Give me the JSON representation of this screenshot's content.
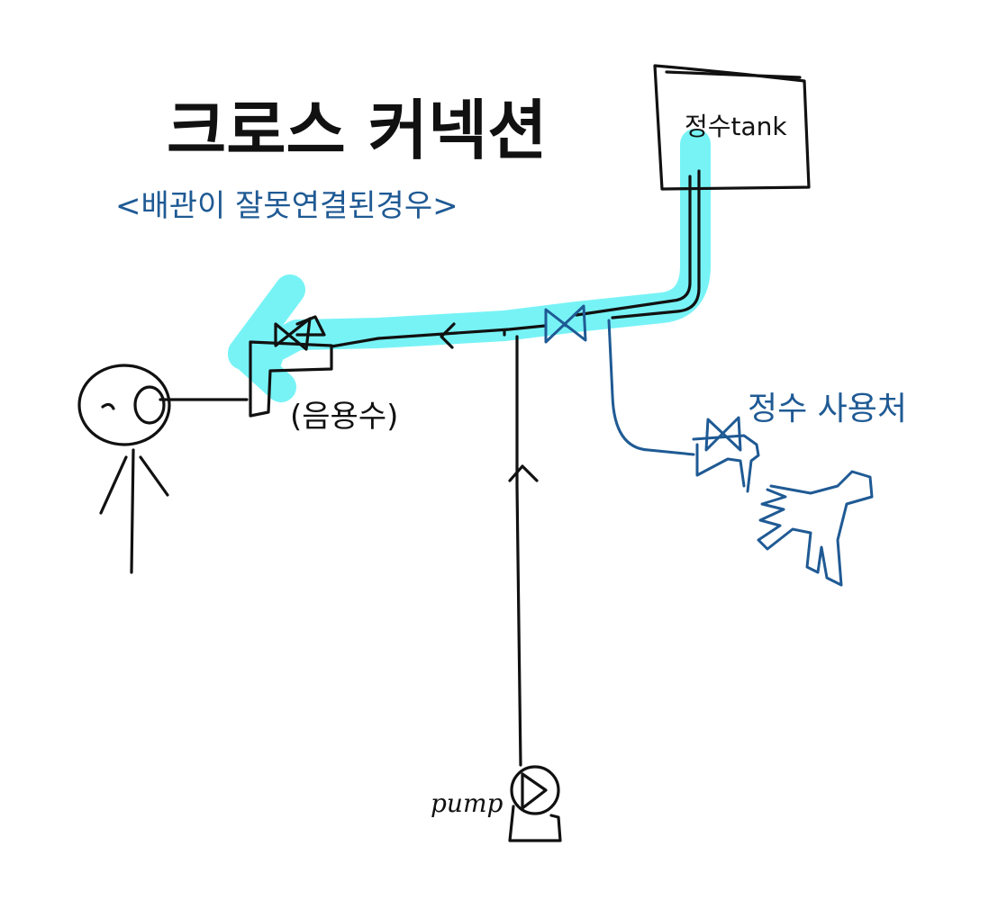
{
  "title": "크로스 커넥션",
  "subtitle": "<배관이 잘못연결된경우>",
  "labels": {
    "tank": "정수tank",
    "drinking_water": "(음용수)",
    "purified_use": "정수 사용처",
    "pump": "pump"
  },
  "colors": {
    "ink": "#111111",
    "blue_ink": "#1f5a94",
    "highlight": "#5ff1f5"
  },
  "icons": [
    "valve-icon",
    "faucet-icon",
    "pump-icon",
    "flow-arrow-icon",
    "hand-icon",
    "person-icon"
  ]
}
